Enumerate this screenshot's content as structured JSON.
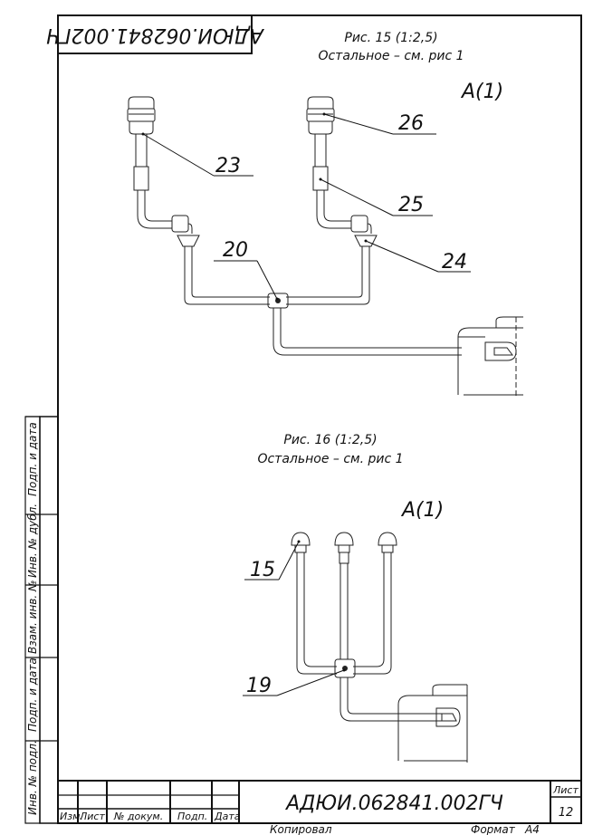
{
  "document": {
    "code_stamp": "АДЮИ.062841.002ГЧ",
    "designation": "АДЮИ.062841.002ГЧ",
    "sheet_label": "Лист",
    "sheet_number": "12",
    "copied_label": "Копировал",
    "format_label": "Формат",
    "format_value": "А4"
  },
  "figure15": {
    "title": "Рис. 15  (1:2,5)",
    "note": "Остальное – см. рис 1",
    "view": "А(1)",
    "callouts": [
      "23",
      "26",
      "25",
      "20",
      "24"
    ]
  },
  "figure16": {
    "title": "Рис. 16  (1:2,5)",
    "note": "Остальное – см. рис 1",
    "view": "А(1)",
    "callouts": [
      "15",
      "19"
    ]
  },
  "side_strip": [
    "Подп. и дата",
    "Инв. № дубл.",
    "Взам. инв. №",
    "Подп. и дата",
    "Инв. № подл."
  ],
  "title_block_headers": [
    "Изм.",
    "Лист",
    "№ докум.",
    "Подп.",
    "Дата"
  ]
}
